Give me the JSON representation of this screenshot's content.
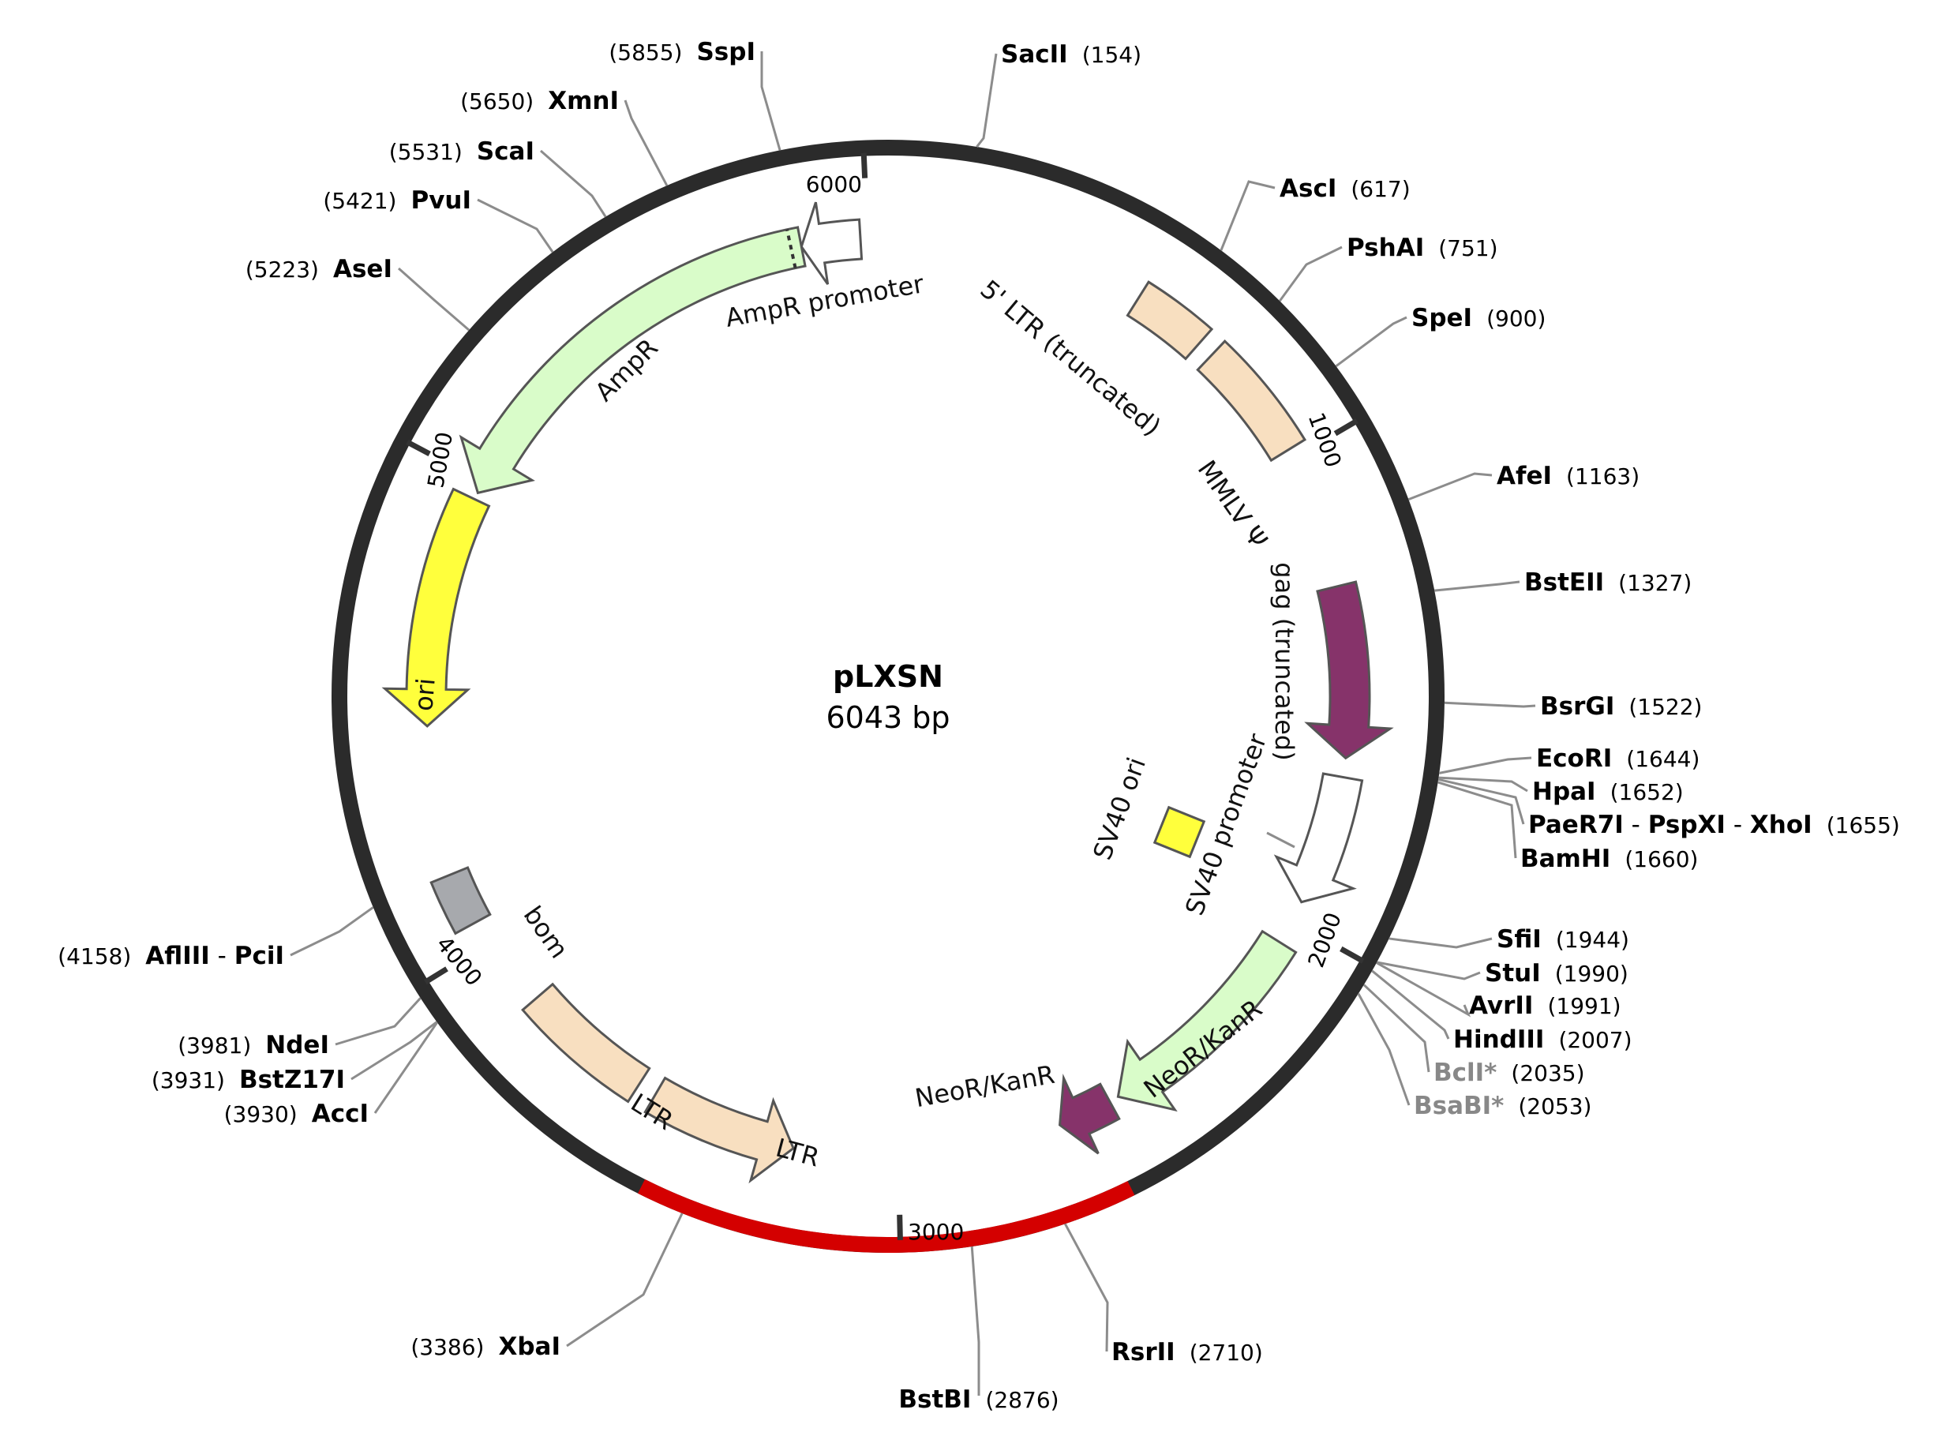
{
  "plasmid": {
    "name": "pLXSN",
    "size_label": "6043 bp",
    "length": 6043
  },
  "colors": {
    "backbone": "#2b2b2b",
    "highlight": "#d40000",
    "leader": "#8c8c8c",
    "green": "#d9fcc9",
    "peach": "#f8dfc0",
    "purple": "#86336a",
    "yellow": "#ffff3c",
    "gray": "#a7a9ad",
    "white": "#ffffff"
  },
  "highlight_region": {
    "start": 2580,
    "end": 3470
  },
  "ticks": [
    {
      "pos": 1000,
      "label": "1000"
    },
    {
      "pos": 2000,
      "label": "2000"
    },
    {
      "pos": 3000,
      "label": "3000"
    },
    {
      "pos": 4000,
      "label": "4000"
    },
    {
      "pos": 5000,
      "label": "5000"
    },
    {
      "pos": 6000,
      "label": "6000"
    }
  ],
  "features": [
    {
      "label": "AmpR promoter",
      "color": "white",
      "type": "arrow",
      "dir": -1
    },
    {
      "label": "AmpR",
      "color": "green",
      "type": "arrow",
      "dir": -1
    },
    {
      "label": "5' LTR (truncated)",
      "color": "peach",
      "type": "box"
    },
    {
      "label": "MMLV Ψ",
      "color": "peach",
      "type": "box"
    },
    {
      "label": "gag (truncated)",
      "color": "purple",
      "type": "arrow",
      "dir": 1
    },
    {
      "label": "SV40 promoter",
      "color": "white",
      "type": "arrow",
      "dir": 1
    },
    {
      "label": "SV40 ori",
      "color": "yellow",
      "type": "box"
    },
    {
      "label": "NeoR/KanR",
      "color": "green",
      "type": "arrow",
      "dir": 1
    },
    {
      "label": "NeoR/KanR",
      "color": "purple",
      "type": "arrow",
      "dir": 1
    },
    {
      "label": "LTR",
      "color": "peach",
      "type": "arrow",
      "dir": -1
    },
    {
      "label": "LTR",
      "color": "peach",
      "type": "box"
    },
    {
      "label": "bom",
      "color": "gray",
      "type": "box"
    },
    {
      "label": "ori",
      "color": "yellow",
      "type": "arrow",
      "dir": -1
    }
  ],
  "enzymes": [
    {
      "name": "SacII",
      "pos": 154,
      "pos_label": "(154)"
    },
    {
      "name": "AscI",
      "pos": 617,
      "pos_label": "(617)"
    },
    {
      "name": "PshAI",
      "pos": 751,
      "pos_label": "(751)"
    },
    {
      "name": "SpeI",
      "pos": 900,
      "pos_label": "(900)"
    },
    {
      "name": "AfeI",
      "pos": 1163,
      "pos_label": "(1163)"
    },
    {
      "name": "BstEII",
      "pos": 1327,
      "pos_label": "(1327)"
    },
    {
      "name": "BsrGI",
      "pos": 1522,
      "pos_label": "(1522)"
    },
    {
      "name": "EcoRI",
      "pos": 1644,
      "pos_label": "(1644)"
    },
    {
      "name": "HpaI",
      "pos": 1652,
      "pos_label": "(1652)"
    },
    {
      "name": "PaeR7I",
      "name2": "PspXI",
      "name3": "XhoI",
      "pos": 1655,
      "pos_label": "(1655)"
    },
    {
      "name": "BamHI",
      "pos": 1660,
      "pos_label": "(1660)"
    },
    {
      "name": "SfiI",
      "pos": 1944,
      "pos_label": "(1944)"
    },
    {
      "name": "StuI",
      "pos": 1990,
      "pos_label": "(1990)"
    },
    {
      "name": "AvrII",
      "pos": 1991,
      "pos_label": "(1991)"
    },
    {
      "name": "HindIII",
      "pos": 2007,
      "pos_label": "(2007)"
    },
    {
      "name": "BclI*",
      "pos": 2035,
      "pos_label": "(2035)",
      "muted": true
    },
    {
      "name": "BsaBI*",
      "pos": 2053,
      "pos_label": "(2053)",
      "muted": true
    },
    {
      "name": "RsrII",
      "pos": 2710,
      "pos_label": "(2710)"
    },
    {
      "name": "BstBI",
      "pos": 2876,
      "pos_label": "(2876)"
    },
    {
      "name": "XbaI",
      "pos": 3386,
      "pos_label": "(3386)"
    },
    {
      "name": "AccI",
      "pos": 3930,
      "pos_label": "(3930)"
    },
    {
      "name": "BstZ17I",
      "pos": 3931,
      "pos_label": "(3931)"
    },
    {
      "name": "NdeI",
      "pos": 3981,
      "pos_label": "(3981)"
    },
    {
      "name": "AflIII",
      "name2": "PciI",
      "pos": 4158,
      "pos_label": "(4158)"
    },
    {
      "name": "AseI",
      "pos": 5223,
      "pos_label": "(5223)"
    },
    {
      "name": "PvuI",
      "pos": 5421,
      "pos_label": "(5421)"
    },
    {
      "name": "ScaI",
      "pos": 5531,
      "pos_label": "(5531)"
    },
    {
      "name": "XmnI",
      "pos": 5650,
      "pos_label": "(5650)"
    },
    {
      "name": "SspI",
      "pos": 5855,
      "pos_label": "(5855)"
    }
  ]
}
